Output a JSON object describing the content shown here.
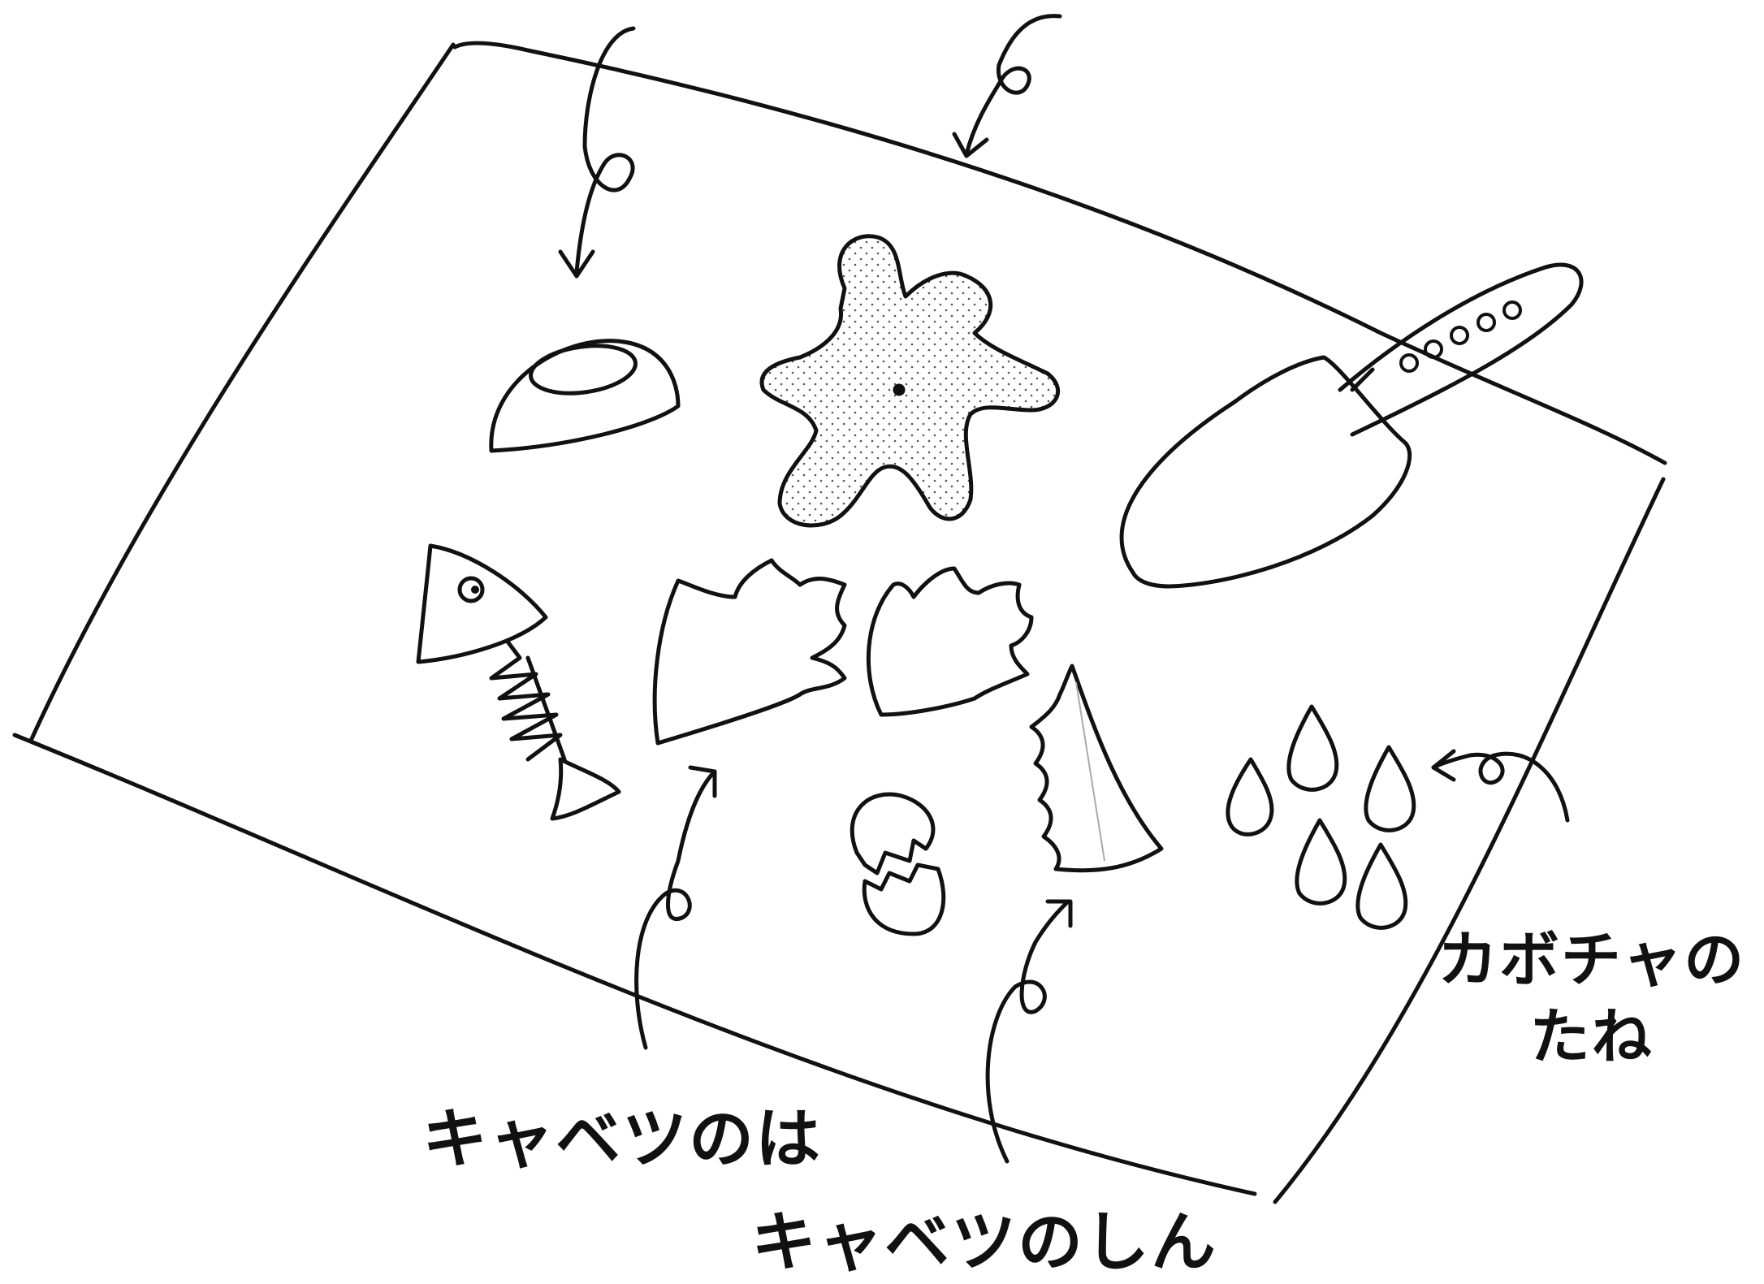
{
  "labels": {
    "cabbage_leaves": "キャベツのは",
    "cabbage_core": "キャベツのしん",
    "pumpkin_seeds_line1": "カボチャの",
    "pumpkin_seeds_line2": "たね"
  },
  "colors": {
    "ink": "#111111",
    "background": "#ffffff"
  },
  "icons": [
    "board-outline",
    "eggshell-bowl",
    "starfish-shaped-scrap",
    "garden-trowel",
    "fish-bone",
    "cabbage-leaf",
    "cracked-eggshell",
    "cabbage-core",
    "pumpkin-seeds",
    "pointer-arrow"
  ]
}
